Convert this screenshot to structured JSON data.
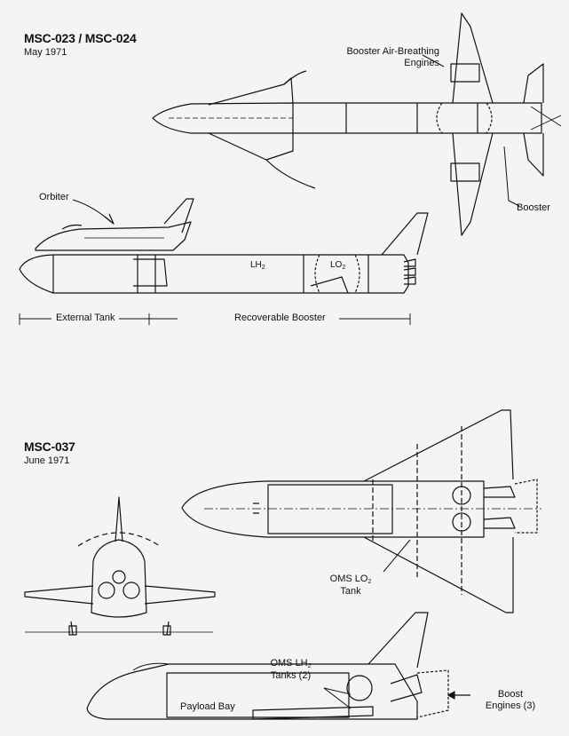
{
  "section1": {
    "title": "MSC-023 / MSC-024",
    "date": "May 1971",
    "labels": {
      "booster_engines_line1": "Booster Air-Breathing",
      "booster_engines_line2": "Engines",
      "booster": "Booster",
      "orbiter": "Orbiter",
      "lh2_main": "LH",
      "lh2_sub": "2",
      "lo2_main": "LO",
      "lo2_sub": "2",
      "external_tank": "External Tank",
      "recoverable_booster": "Recoverable Booster"
    }
  },
  "section2": {
    "title": "MSC-037",
    "date": "June 1971",
    "labels": {
      "oms_lo2_main": "OMS LO",
      "oms_lo2_sub": "2",
      "oms_lo2_line2": "Tank",
      "oms_lh2_main": "OMS LH",
      "oms_lh2_sub": "2",
      "oms_lh2_line2": "Tanks (2)",
      "boost_line1": "Boost",
      "boost_line2": "Engines (3)",
      "payload_bay": "Payload Bay"
    }
  },
  "colors": {
    "ink": "#111111",
    "paper": "#f4f4f2"
  }
}
